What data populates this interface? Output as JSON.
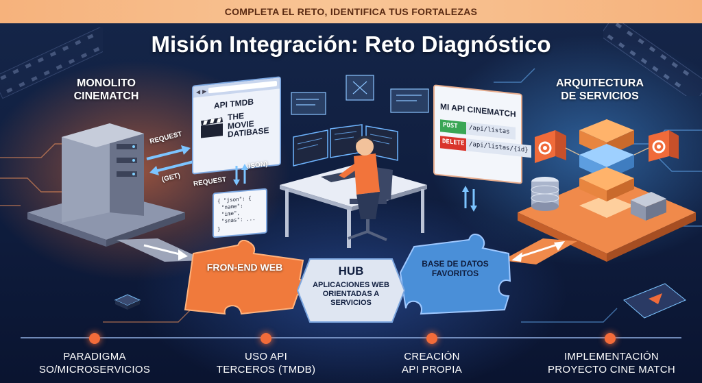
{
  "banner": "COMPLETA EL RETO, IDENTIFICA TUS FORTALEZAS",
  "title": "Misión Integración: Reto Diagnóstico",
  "monolith": {
    "line1": "MONOLITO",
    "line2": "CINEMATCH"
  },
  "architecture": {
    "line1": "ARQUITECTURA",
    "line2": "DE SERVICIOS"
  },
  "tmdb": {
    "title": "API TMDB",
    "logo_line1": "THE",
    "logo_line2": "MOVIE",
    "logo_line3": "DATIBASE"
  },
  "arrows": {
    "request_top": "REQUEST",
    "get": "(GET)",
    "request_bottom": "REQUEST",
    "json": "JSON)"
  },
  "json_snippet": {
    "line1": "{ \"json\": {",
    "line2": "\"name\": \"ime\",",
    "line3": "\"snas\": ...",
    "line4": "}"
  },
  "my_api": {
    "title": "MI API CINEMATCH",
    "post_method": "POST",
    "post_path": "/api/listas",
    "delete_method": "DELETE",
    "delete_path": "/api/listas/{id}"
  },
  "puzzle": {
    "frontend": "FRON-END WEB",
    "hub_title": "HUB",
    "hub_sub": "APLICACIONES WEB ORIENTADAS A SERVICIOS",
    "database": "BASE DE DATOS FAVORITOS"
  },
  "timeline": [
    {
      "line1": "PARADIGMA",
      "line2": "SO/MICROSERVICIOS"
    },
    {
      "line1": "USO API",
      "line2": "TERCEROS (TMDB)"
    },
    {
      "line1": "CREACIÓN",
      "line2": "API PROPIA"
    },
    {
      "line1": "IMPLEMENTACIÓN",
      "line2": "PROYECTO CINE MATCH"
    }
  ],
  "colors": {
    "accent": "#f36c3a",
    "banner": "#f8c596",
    "post": "#3aa655",
    "delete": "#d9342b",
    "puzzle_orange": "#f07a3c",
    "puzzle_blue": "#4a8fd8",
    "hub": "#dfe6f2"
  }
}
